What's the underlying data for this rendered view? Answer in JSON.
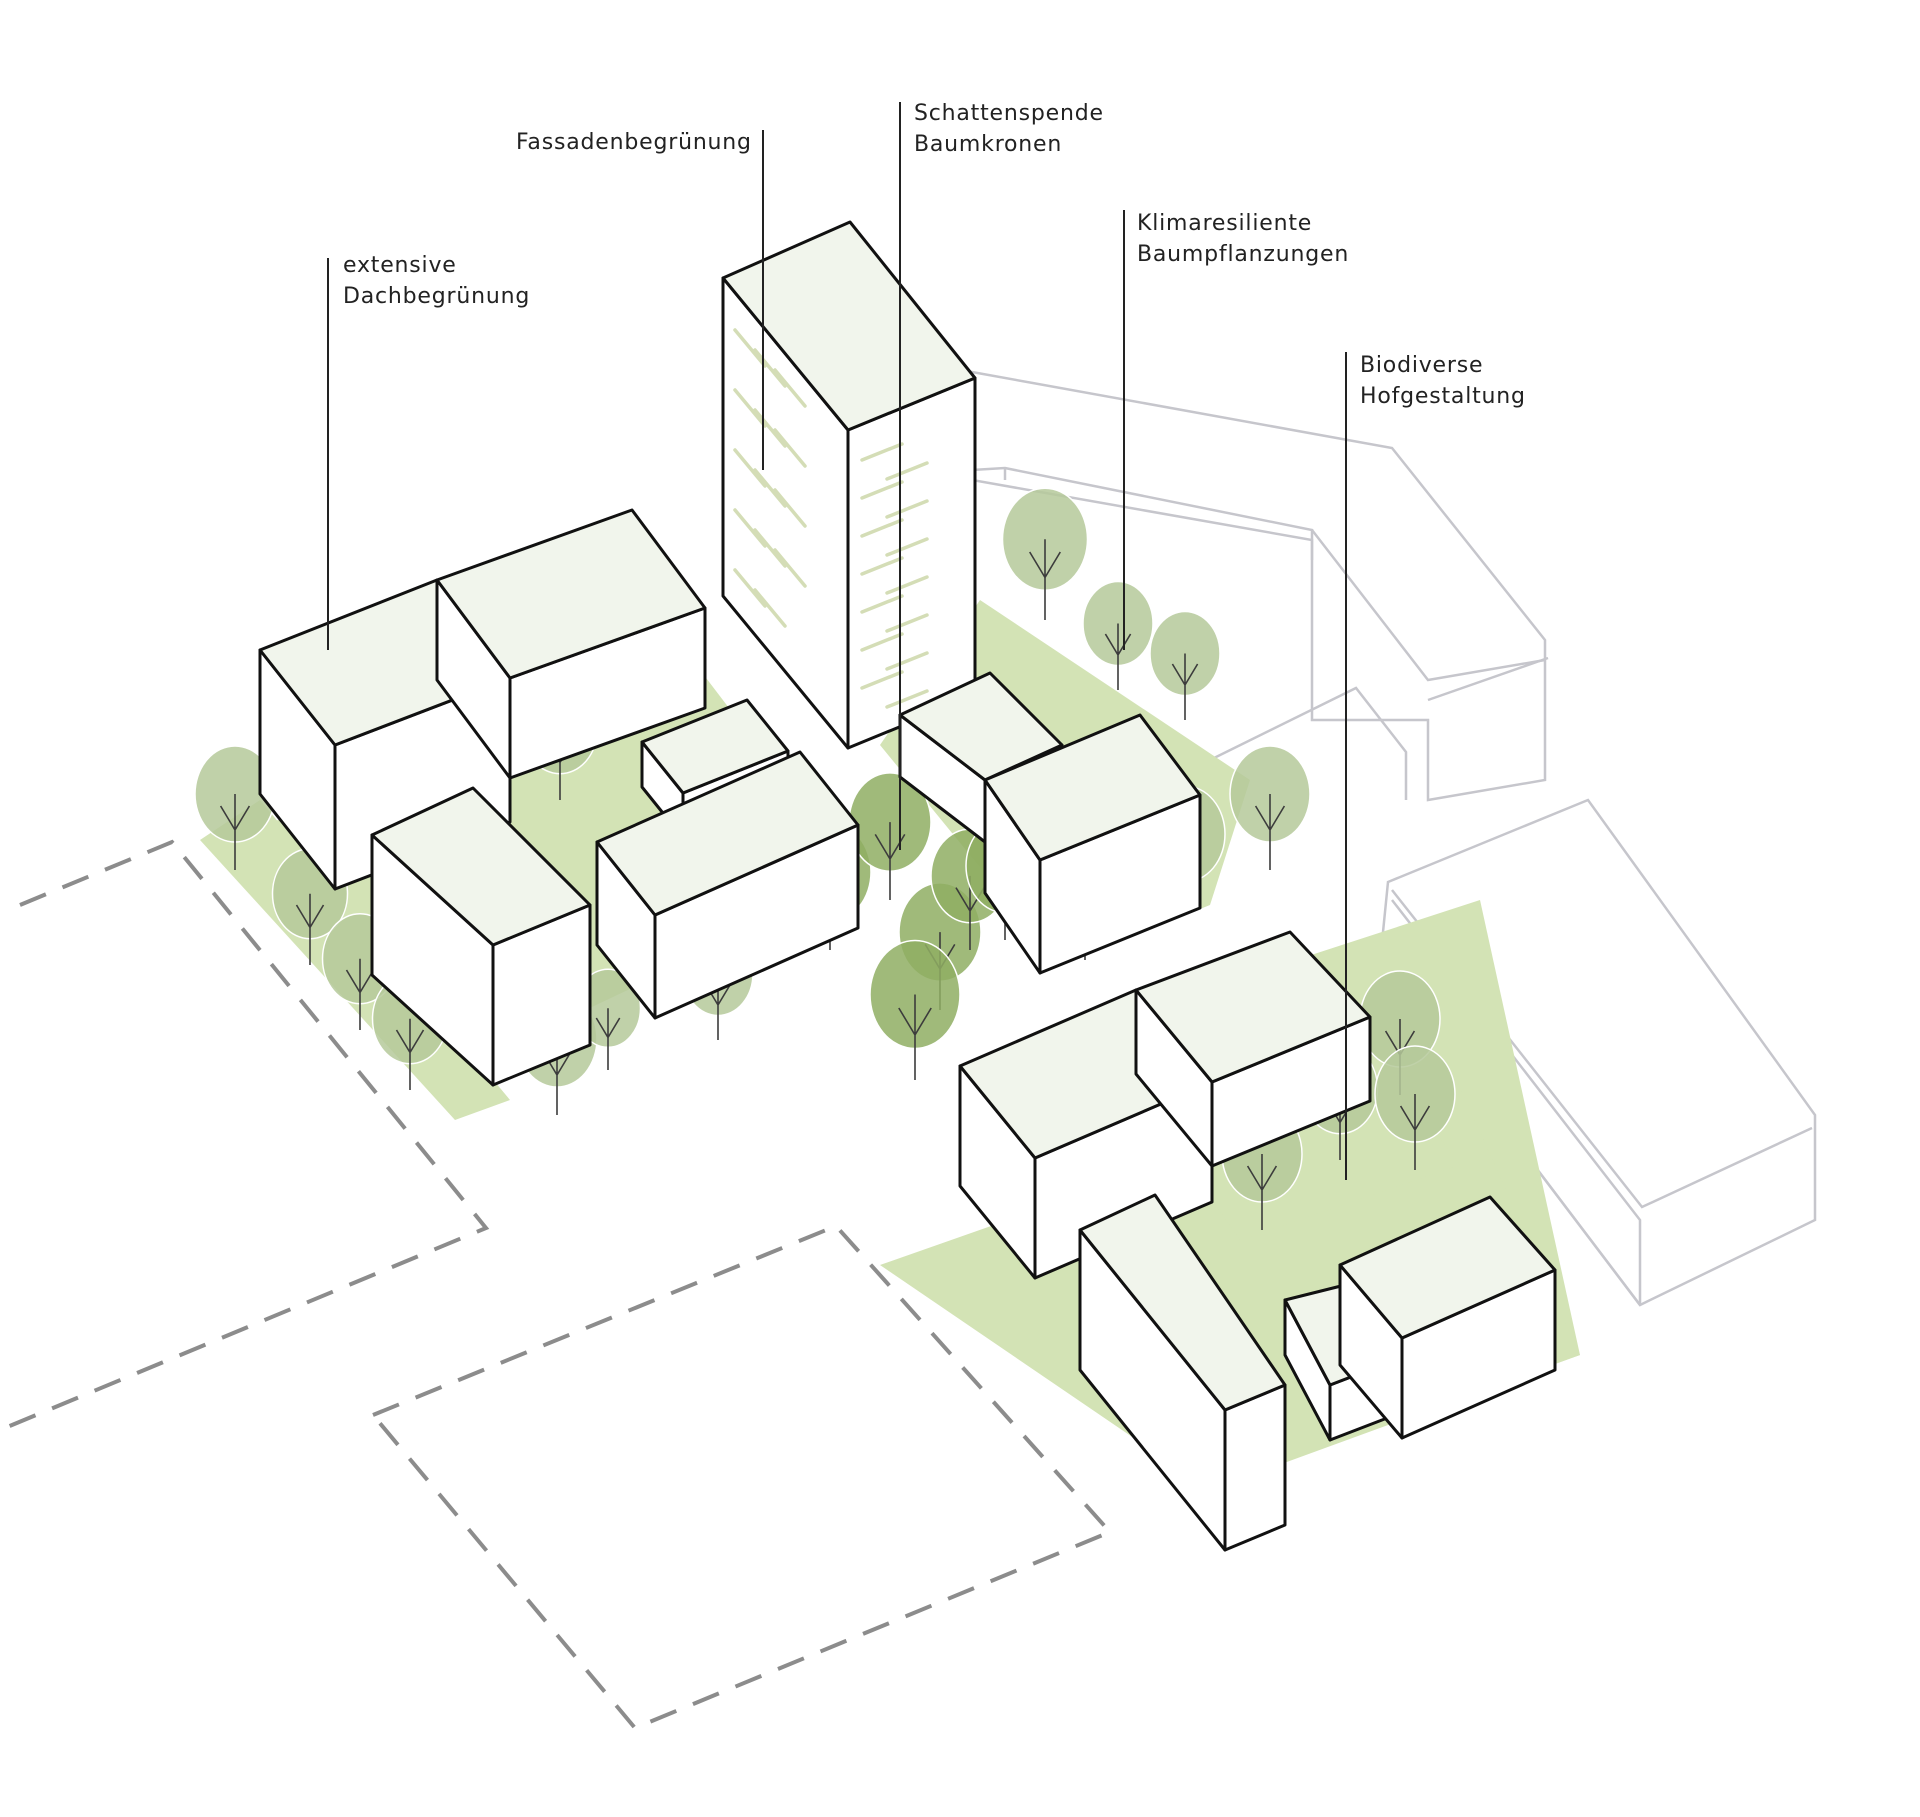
{
  "labels": {
    "fassade": {
      "lines": [
        "Fassadenbegrünung"
      ]
    },
    "dach": {
      "lines": [
        "extensive",
        "Dachbegrünung"
      ]
    },
    "schatten": {
      "lines": [
        "Schattenspende",
        "Baumkronen"
      ]
    },
    "klima": {
      "lines": [
        "Klimaresiliente",
        "Baumpflanzungen"
      ]
    },
    "hof": {
      "lines": [
        "Biodiverse",
        "Hofgestaltung"
      ]
    }
  },
  "colors": {
    "ground_green": "#d3e3b5",
    "tree_light": "#b5c99a",
    "tree_dark": "#8fae63",
    "roof_fill": "#f1f5ec",
    "building_stroke": "#111111",
    "context_stroke": "#c6c6cc",
    "dashed_plot": "#8c8c8c",
    "facade_stripes": "#d4ddb6"
  }
}
